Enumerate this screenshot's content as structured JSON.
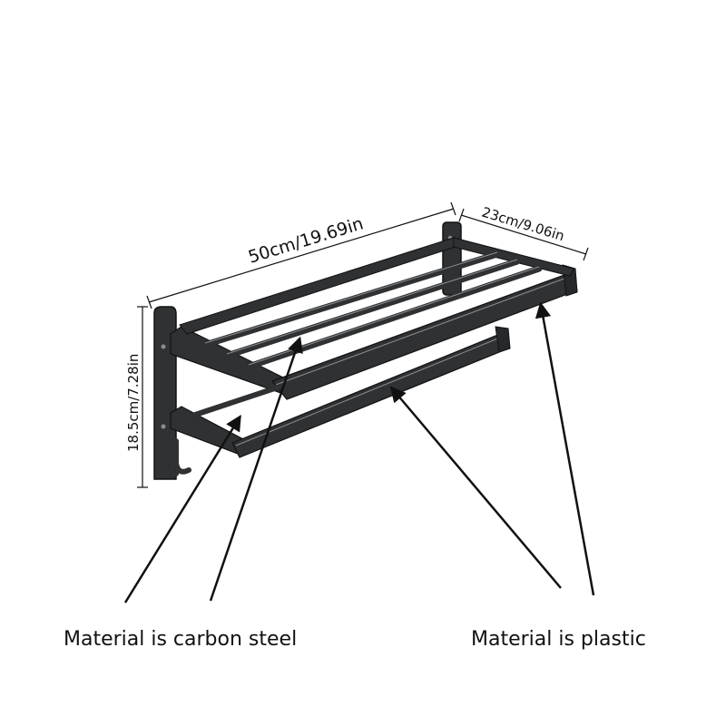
{
  "dimensions": {
    "width": "50cm/19.69in",
    "depth": "23cm/9.06in",
    "height": "18.5cm/7.28in"
  },
  "materials": {
    "carbon_steel": "Material is carbon steel",
    "plastic": "Material is plastic"
  },
  "colors": {
    "rack": "#2f3133",
    "rack_edge": "#111213",
    "rack_highlight": "#8a8d90",
    "line": "#111111",
    "background": "#ffffff"
  },
  "icons": {
    "product": "towel-rack-illustration",
    "hook": "double-hook-icon"
  }
}
